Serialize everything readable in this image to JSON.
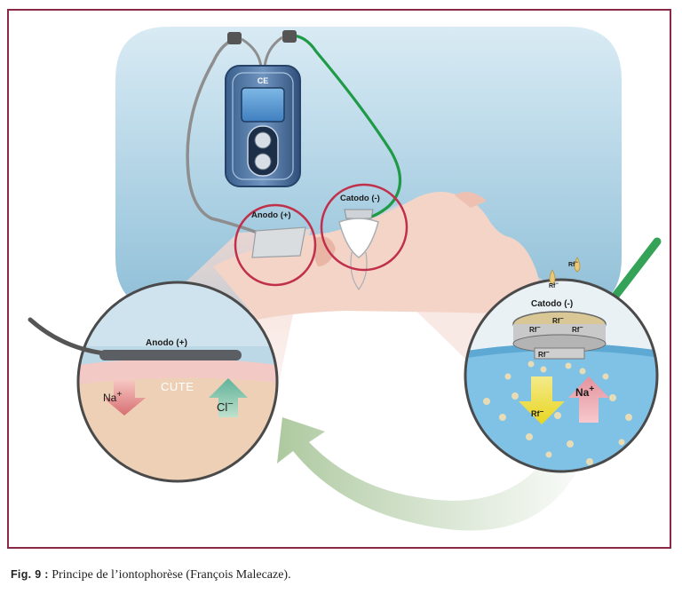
{
  "diagram": {
    "device": {
      "brand": "CE"
    },
    "labels": {
      "anode_top": "Anodo (+)",
      "cathode_top": "Catodo (-)",
      "anode_zoom": "Anodo (+)",
      "skin": "CUTE",
      "sodium_left": "Na",
      "sodium_left_charge": "+",
      "chloride": "Cl",
      "chloride_charge": "−",
      "cathode_zoom": "Catodo (-)",
      "rf_drop_1": "Rf",
      "rf_drop_1_charge": "−",
      "rf_drop_2": "Rf",
      "rf_drop_2_charge": "−",
      "rf_cap_1": "Rf",
      "rf_cap_1_charge": "−",
      "rf_cap_2": "Rf",
      "rf_cap_2_charge": "−",
      "rf_cap_3": "Rf",
      "rf_cap_3_charge": "−",
      "rf_cap_4": "Rf",
      "rf_cap_4_charge": "−",
      "rf_arrow": "Rf",
      "rf_arrow_charge": "−",
      "sodium_right": "Na",
      "sodium_right_charge": "+"
    },
    "colors": {
      "frame": "#8b2a46",
      "highlight_circle": "#c0304a",
      "green_wire": "#1f9a46",
      "panel": "#a9cde0"
    }
  },
  "caption": {
    "figure_label": "Fig. 9 :",
    "text": " Principe de l’iontophorèse (François Malecaze)."
  }
}
